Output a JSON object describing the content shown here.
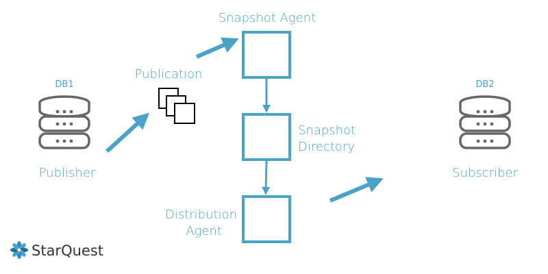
{
  "publisher": {
    "db_label": "DB1",
    "label": "Publisher"
  },
  "subscriber": {
    "db_label": "DB2",
    "label": "Subscriber"
  },
  "publication": {
    "label": "Publication"
  },
  "snapshot_agent": {
    "label": "Snapshot Agent"
  },
  "snapshot_directory": {
    "line1": "Snapshot",
    "line2": "Directory"
  },
  "distribution_agent": {
    "line1": "Distribution",
    "line2": "Agent"
  },
  "brand": {
    "name": "StarQuest"
  },
  "colors": {
    "accent": "#4aa3c7",
    "database": "#666666",
    "document": "#000000",
    "brand_text": "#333333"
  },
  "icons": {
    "database": "database-icon",
    "publication": "documents-stack-icon",
    "logo": "starquest-logo-icon"
  }
}
